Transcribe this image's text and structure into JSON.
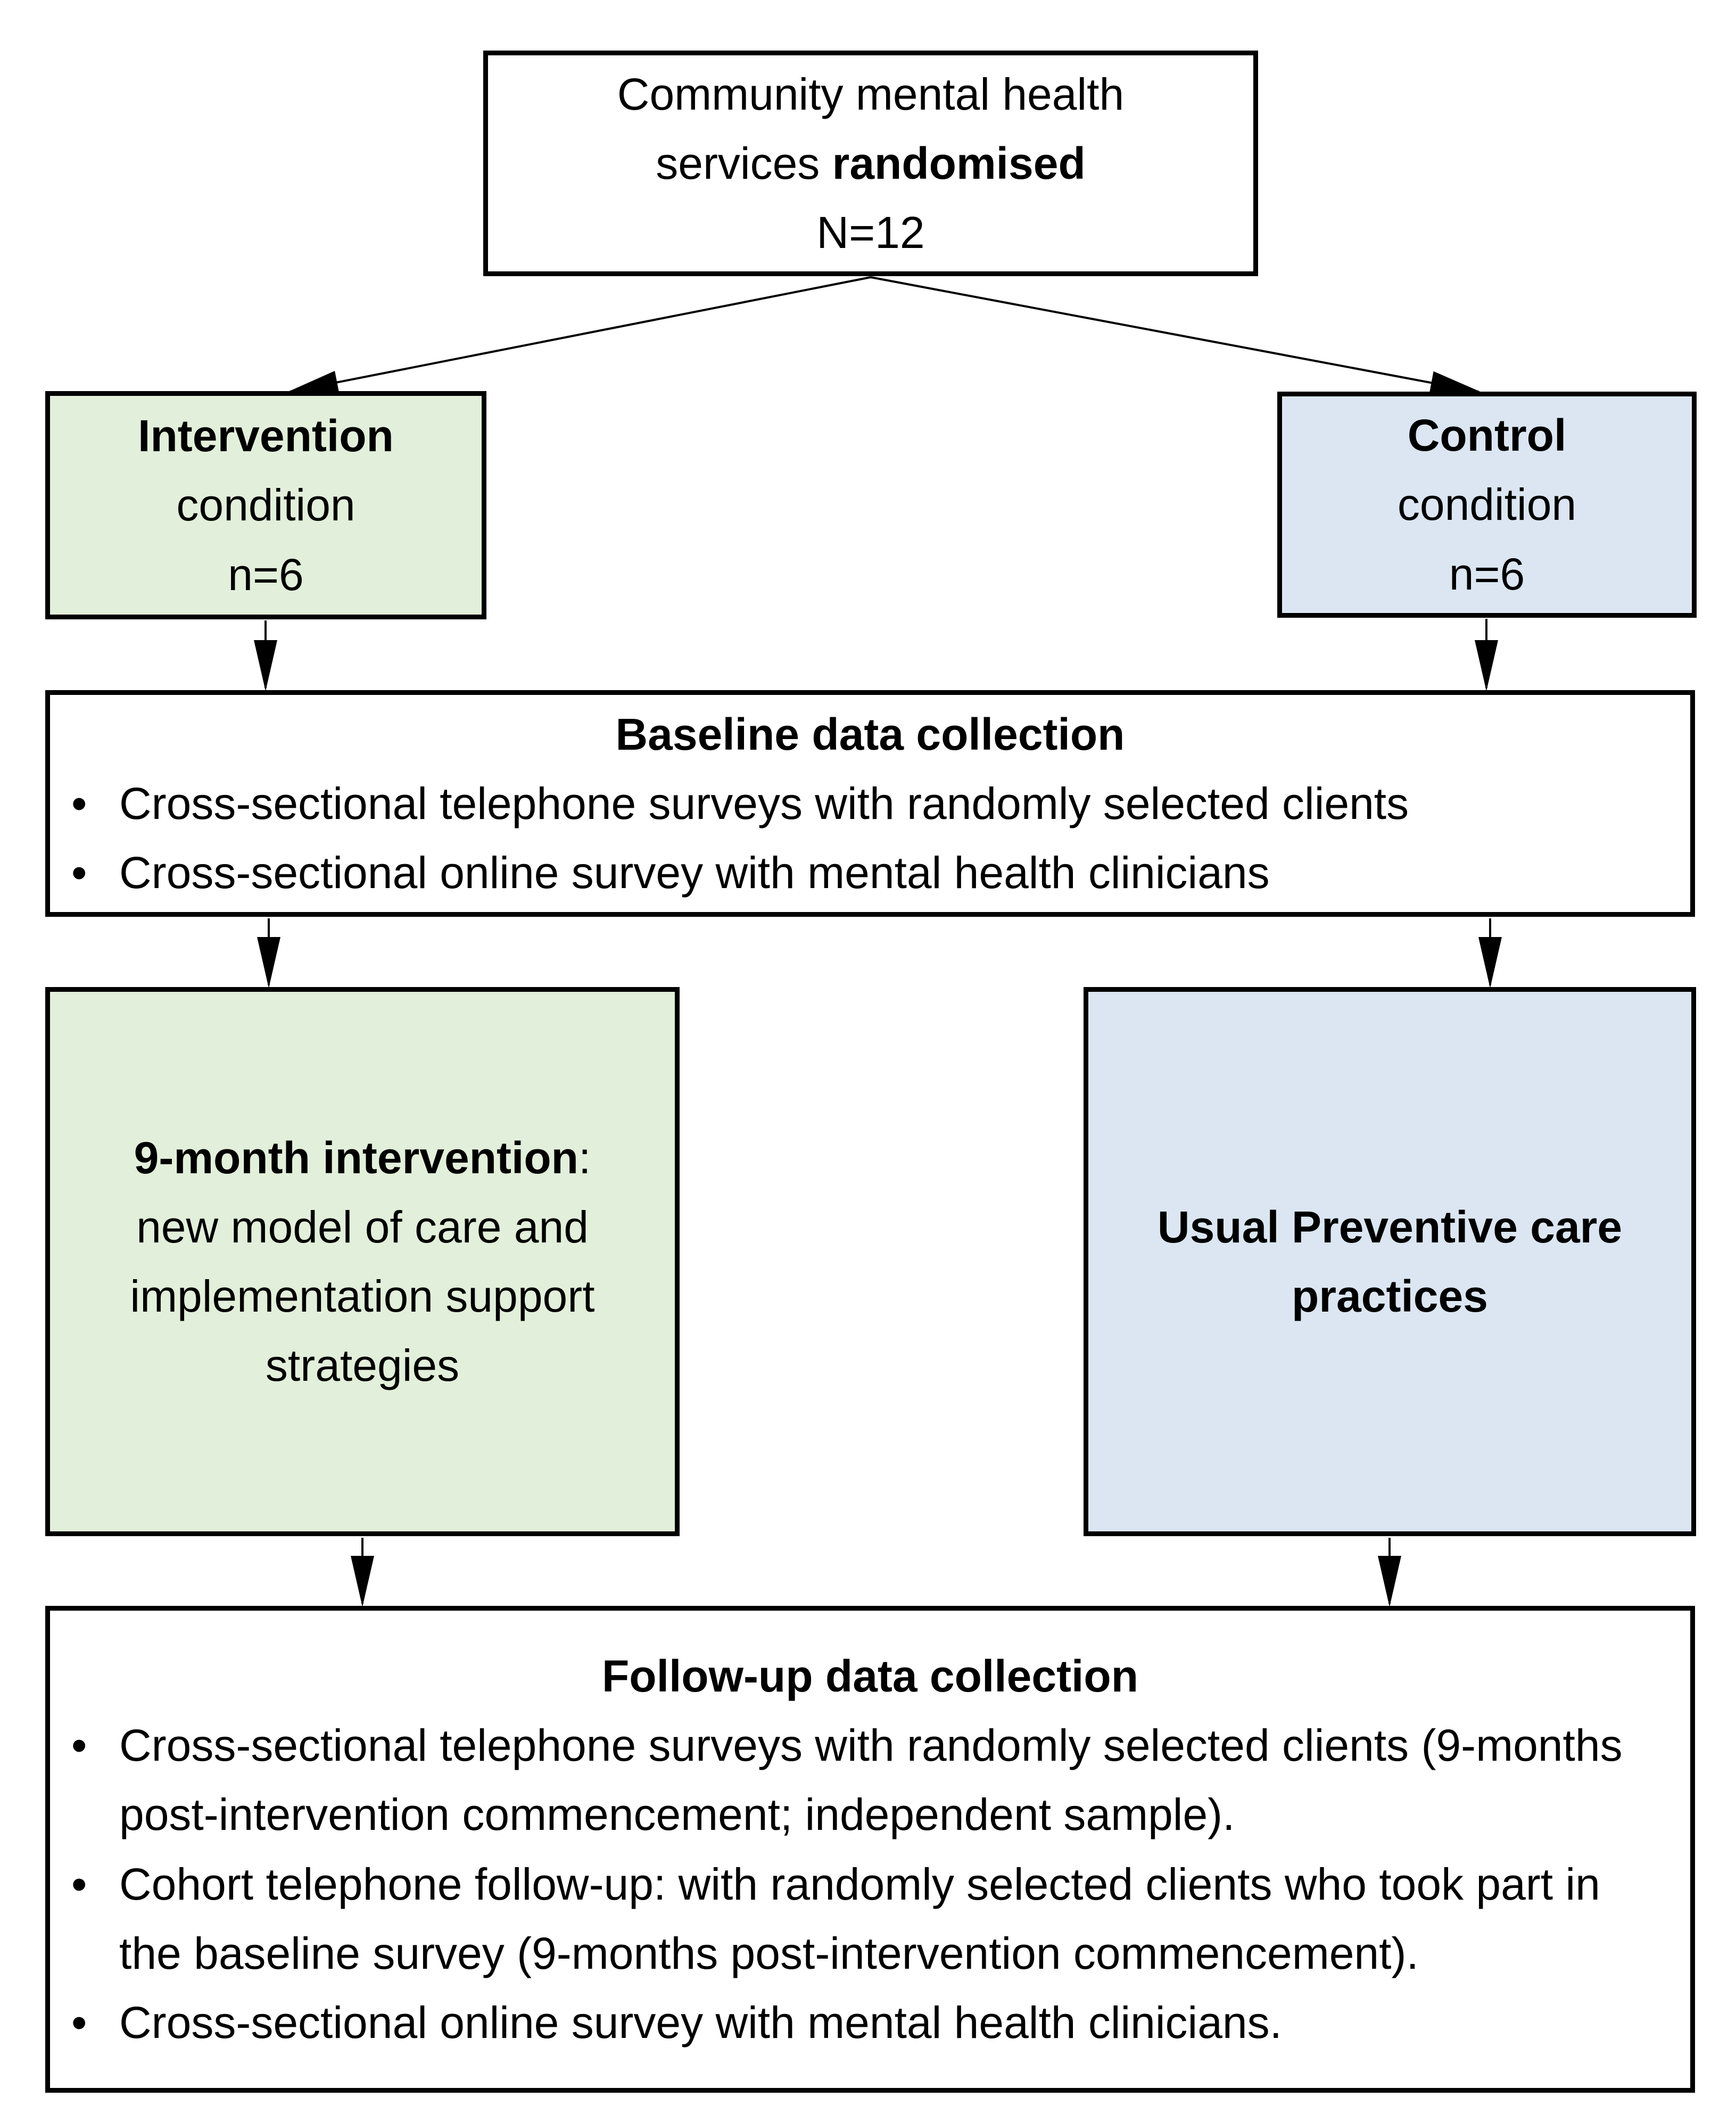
{
  "colors": {
    "green_fill": "#e2efda",
    "blue_fill": "#dbe6f2",
    "box_border": "#000000",
    "background": "#ffffff"
  },
  "boxes": {
    "randomised": {
      "line1": "Community mental health",
      "line2_prefix": "services ",
      "line2_bold": "randomised",
      "line3": "N=12"
    },
    "intervention_condition": {
      "title": "Intervention",
      "line2": "condition",
      "line3": "n=6"
    },
    "control_condition": {
      "title": "Control",
      "line2": "condition",
      "line3": "n=6"
    },
    "baseline": {
      "title": "Baseline data collection",
      "bullets": [
        "Cross-sectional telephone surveys with randomly selected clients",
        "Cross-sectional online survey with mental health clinicians"
      ]
    },
    "intervention_arm": {
      "title_bold": "9-month intervention",
      "title_suffix": ":",
      "lines": [
        "new model of care and",
        "implementation support",
        "strategies"
      ]
    },
    "control_arm": {
      "line1": "Usual Preventive care",
      "line2": "practices"
    },
    "followup": {
      "title": "Follow-up data collection",
      "bullets": [
        "Cross-sectional telephone surveys with randomly selected clients (9-months post-intervention commencement; independent sample).",
        "Cohort telephone follow-up: with randomly selected clients who took part in the baseline survey (9-months post-intervention commencement).",
        "Cross-sectional online survey with mental health clinicians."
      ]
    }
  }
}
